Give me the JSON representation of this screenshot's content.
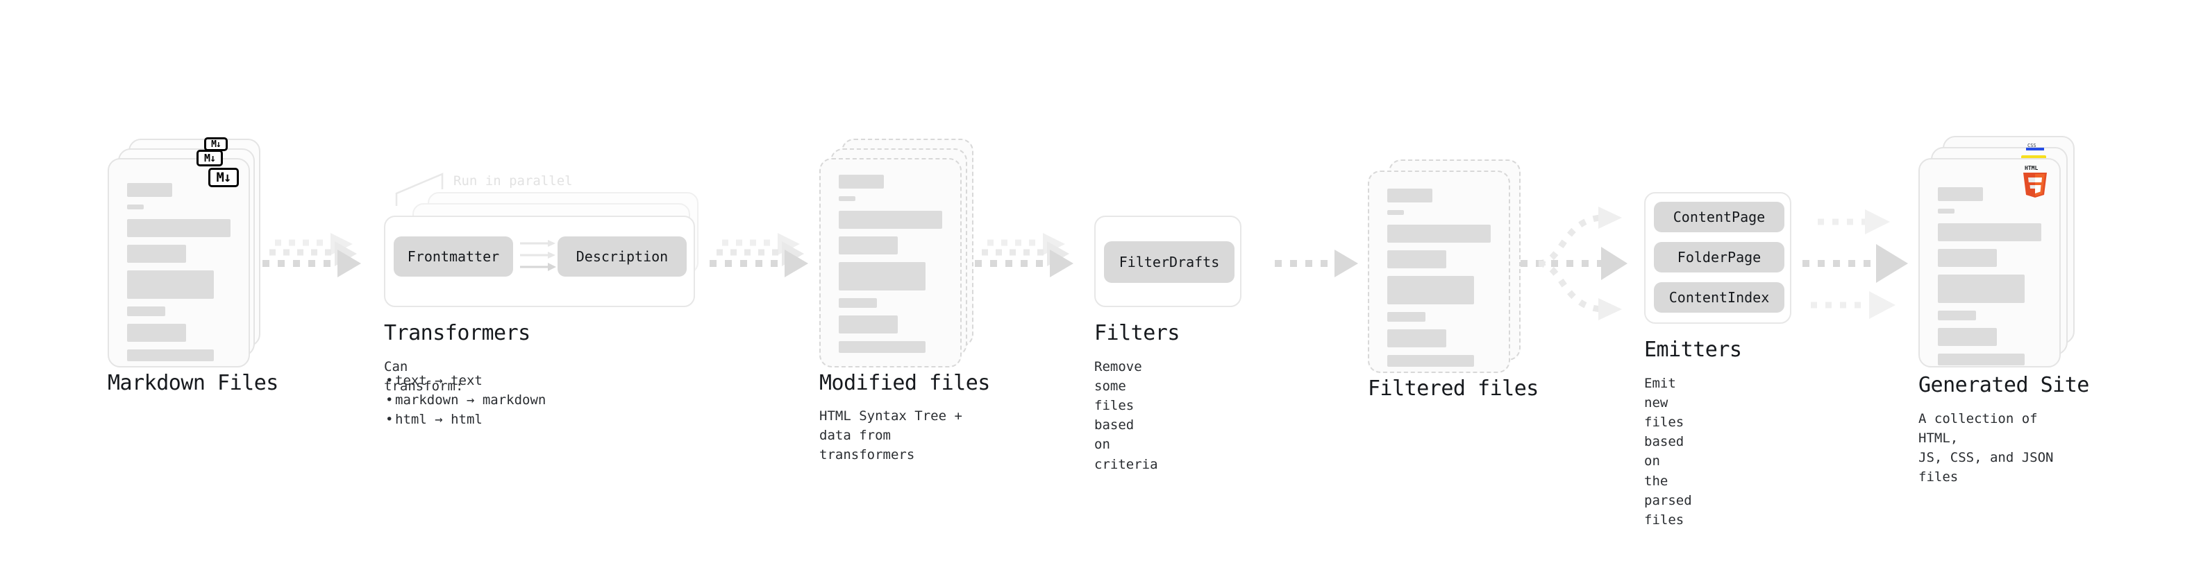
{
  "diagram": {
    "title_hidden": "",
    "stages": [
      {
        "id": "markdown-files",
        "title": "Markdown Files",
        "subtitle": "",
        "badge": "markdown-M-down-icon",
        "badge_text": "M↓"
      },
      {
        "id": "transformers",
        "title": "Transformers",
        "subtitle": "Can transform:",
        "annotation": "Run in parallel",
        "pills": [
          "Frontmatter",
          "Description"
        ],
        "bullets": [
          "text → text",
          "markdown → markdown",
          "html → html"
        ]
      },
      {
        "id": "modified-files",
        "title": "Modified files",
        "subtitle": "HTML Syntax Tree +\ndata from transformers"
      },
      {
        "id": "filters",
        "title": "Filters",
        "subtitle": "Remove some files based\non criteria",
        "pills": [
          "FilterDrafts"
        ]
      },
      {
        "id": "filtered-files",
        "title": "Filtered files",
        "subtitle": ""
      },
      {
        "id": "emitters",
        "title": "Emitters",
        "subtitle": "Emit new files based on\nthe parsed files",
        "pills": [
          "ContentPage",
          "FolderPage",
          "ContentIndex"
        ]
      },
      {
        "id": "generated-site",
        "title": "Generated Site",
        "subtitle": "A collection of HTML,\nJS, CSS, and JSON files",
        "badges": [
          "html5-icon",
          "javascript-icon",
          "css3-icon"
        ],
        "badge_text": "HTML"
      }
    ],
    "colors": {
      "card_bg": "#fbfbfb",
      "card_border": "#e4e4e4",
      "skeleton_bar": "#dcdcdc",
      "pill_bg": "#d9d9d9",
      "arrow": "#d9d9d9",
      "arrow_light": "#efefef",
      "text": "#16191d",
      "muted_text": "#2a2d31",
      "annotation": "#e2e2e2",
      "html5_orange": "#e44d26",
      "html5_orange_light": "#f16529",
      "js_yellow": "#f7df1e",
      "css_blue": "#264de4"
    }
  }
}
